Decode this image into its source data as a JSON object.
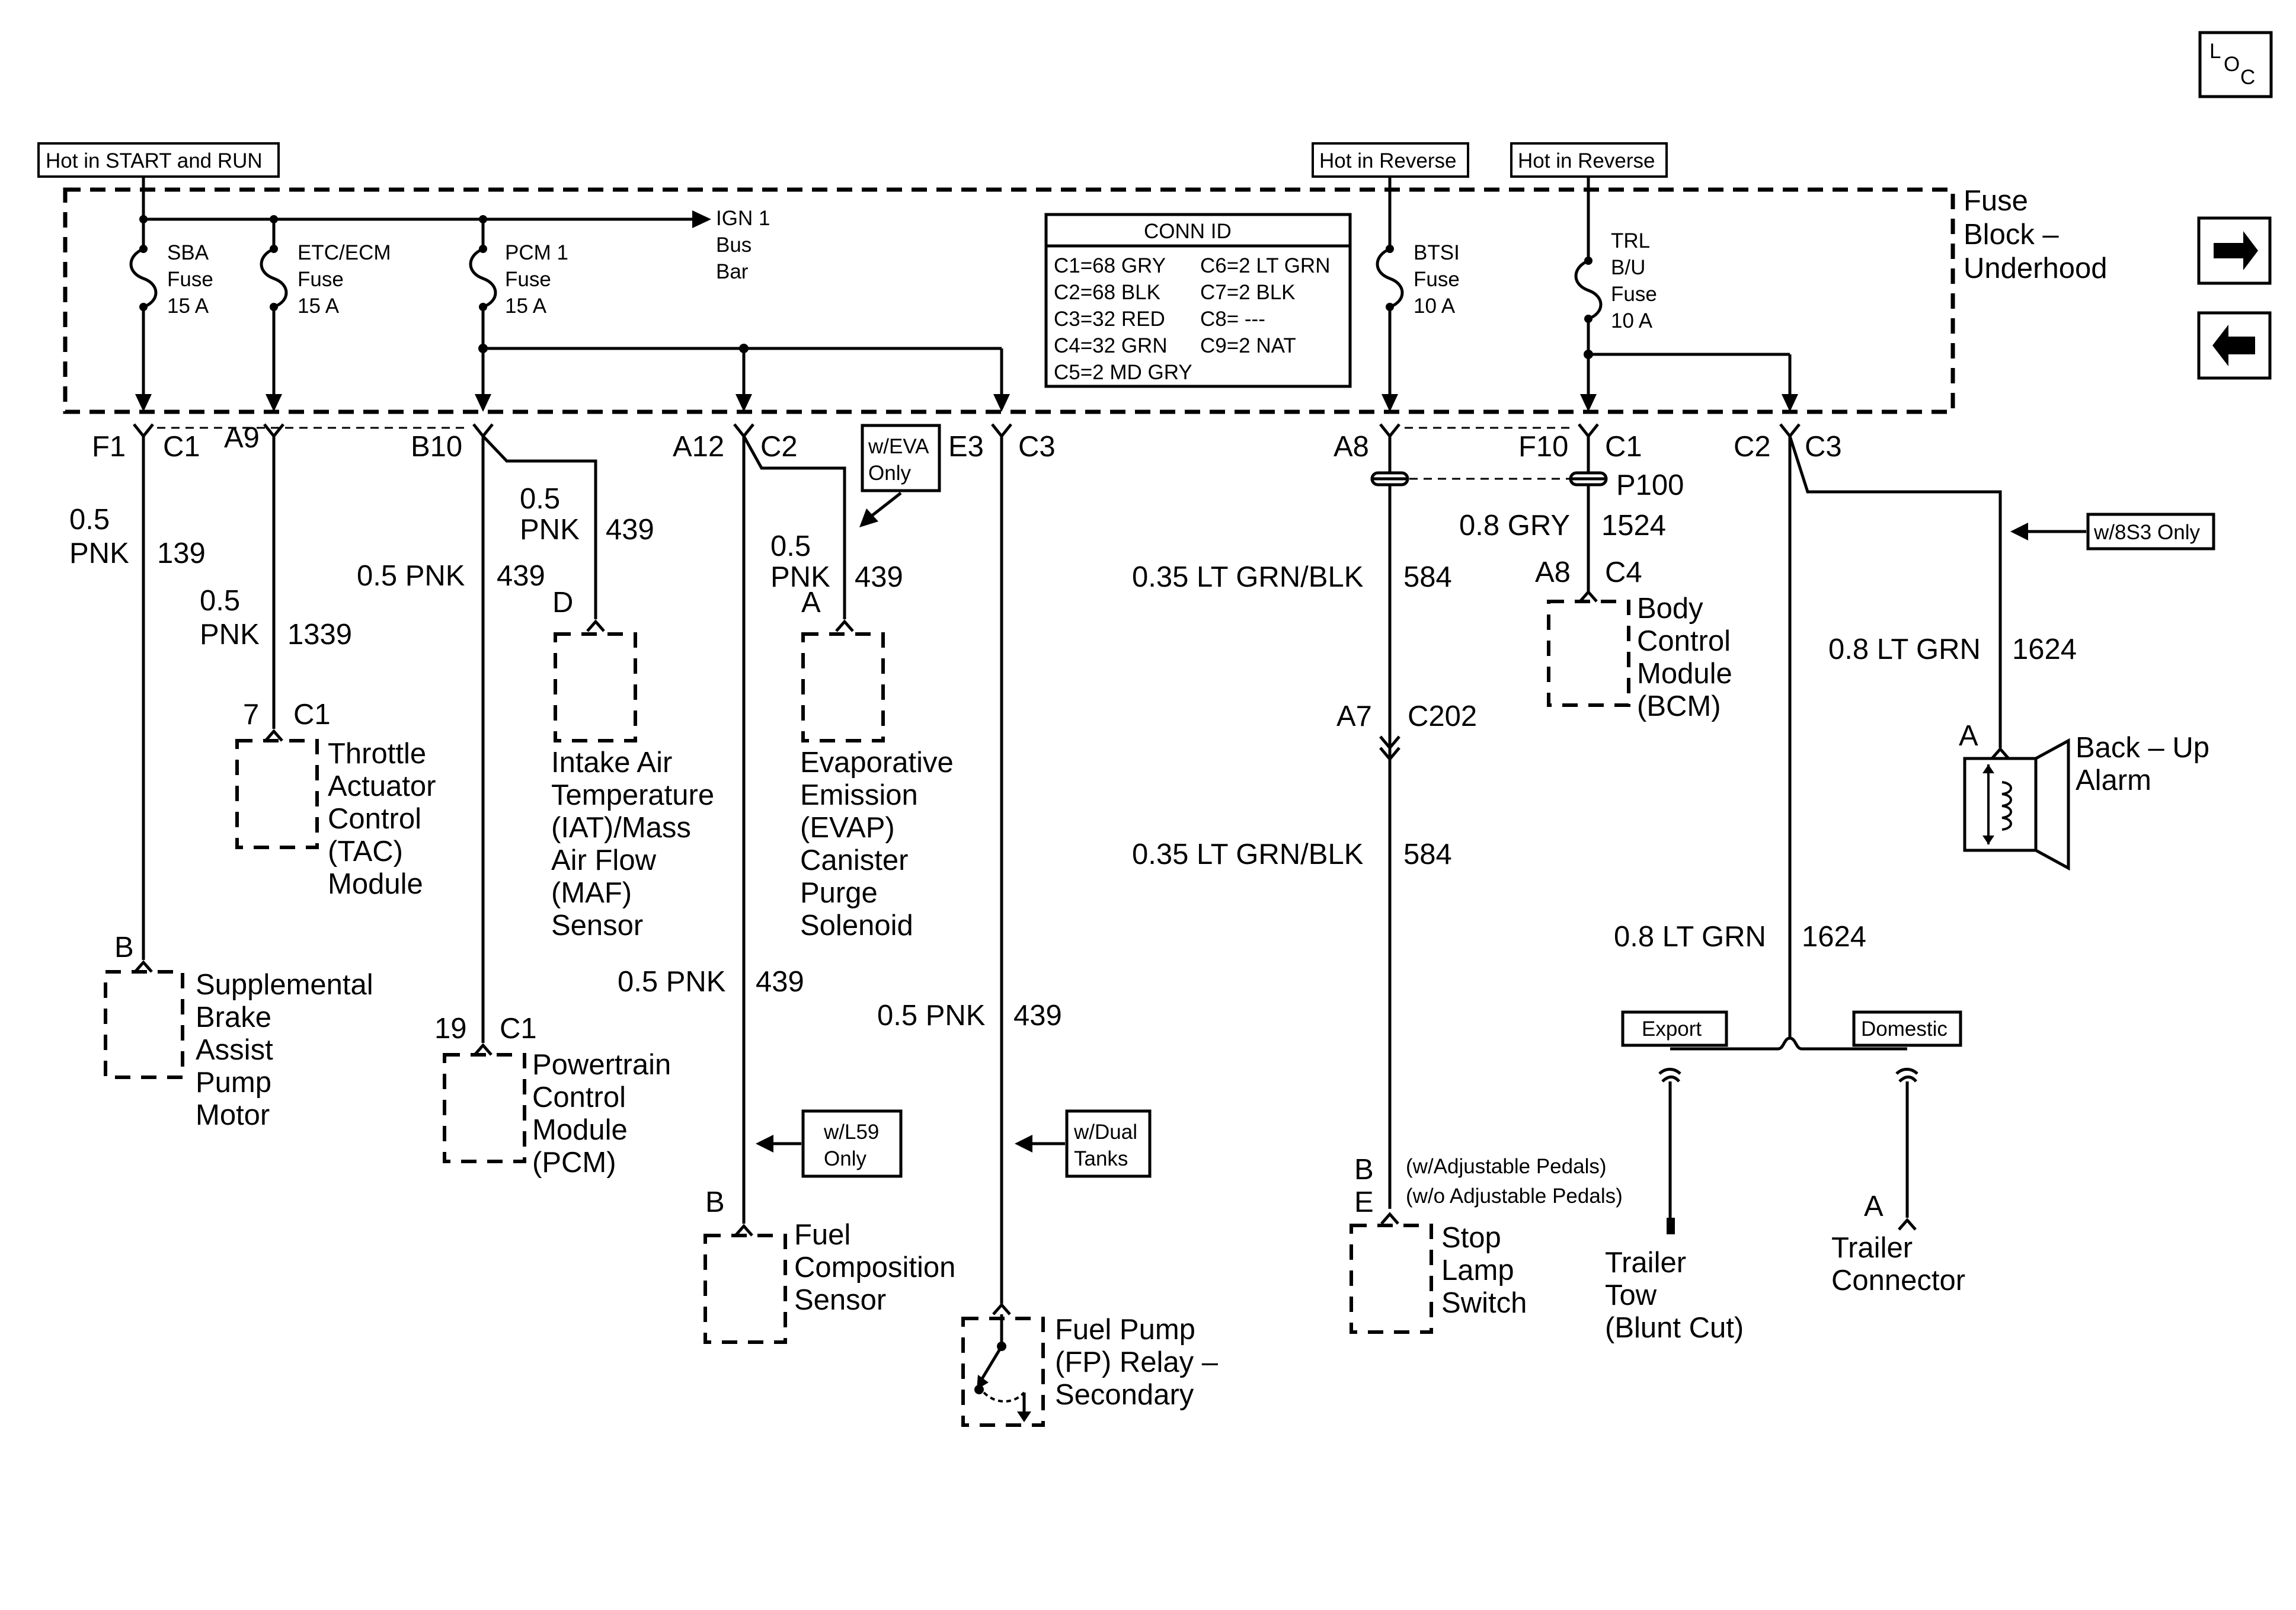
{
  "loc_icon": {
    "l": "L",
    "o": "O",
    "c": "C"
  },
  "nav": {
    "forward_icon": "arrow-right",
    "back_icon": "arrow-left"
  },
  "hot_labels": {
    "start_run": "Hot in START and RUN",
    "reverse_a": "Hot in Reverse",
    "reverse_b": "Hot in Reverse"
  },
  "fuse_block": {
    "line1": "Fuse",
    "line2": "Block –",
    "line3": "Underhood"
  },
  "fuses": {
    "sba": {
      "l1": "SBA",
      "l2": "Fuse",
      "l3": "15 A"
    },
    "etc": {
      "l1": "ETC/ECM",
      "l2": "Fuse",
      "l3": "15 A"
    },
    "pcm": {
      "l1": "PCM 1",
      "l2": "Fuse",
      "l3": "15 A"
    },
    "btsi": {
      "l1": "BTSI",
      "l2": "Fuse",
      "l3": "10 A"
    },
    "trl": {
      "l1": "TRL",
      "l2": "B/U",
      "l3": "Fuse",
      "l4": "10 A"
    }
  },
  "bus": {
    "l1": "IGN 1",
    "l2": "Bus",
    "l3": "Bar"
  },
  "conn_id": {
    "title": "CONN ID",
    "col1": [
      "C1=68 GRY",
      "C2=68 BLK",
      "C3=32 RED",
      "C4=32 GRN",
      "C5=2 MD GRY"
    ],
    "col2": [
      "C6=2 LT GRN",
      "C7=2 BLK",
      "C8= ---",
      "C9=2 NAT"
    ]
  },
  "pins": {
    "f1": "F1",
    "c1a": "C1",
    "a9": "A9",
    "b10": "B10",
    "a12": "A12",
    "c2a": "C2",
    "e3": "E3",
    "c3a": "C3",
    "a8": "A8",
    "f10": "F10",
    "c1b": "C1",
    "c2b": "C2",
    "c3b": "C3",
    "p100": "P100",
    "a8b": "A8",
    "c4": "C4",
    "a7": "A7",
    "c202": "C202",
    "tac_pin": "7",
    "tac_conn": "C1",
    "iat_pin": "D",
    "evap_pin": "A",
    "sbapm_pin": "B",
    "pcm_pin": "19",
    "pcm_conn": "C1",
    "fcs_pin": "B",
    "stop_b": "B",
    "stop_e": "E",
    "trailer_pin": "A",
    "alarm_pin": "A"
  },
  "wires": {
    "w139_size": "0.5",
    "w139_color": "PNK",
    "w139_num": "139",
    "w1339_size": "0.5",
    "w1339_color": "PNK",
    "w1339_num": "1339",
    "w439_b10": "0.5 PNK",
    "w439_b10_num": "439",
    "w439_iat_size": "0.5",
    "w439_iat_color": "PNK",
    "w439_iat_num": "439",
    "w439_evap_size": "0.5",
    "w439_evap_color": "PNK",
    "w439_evap_num": "439",
    "w439_a12": "0.5 PNK",
    "w439_a12_num": "439",
    "w439_e3": "0.5 PNK",
    "w439_e3_num": "439",
    "w584_top": "0.35 LT GRN/BLK",
    "w584_top_num": "584",
    "w584_bot": "0.35 LT GRN/BLK",
    "w584_bot_num": "584",
    "w1524": "0.8 GRY",
    "w1524_num": "1524",
    "w1624_top": "0.8 LT GRN",
    "w1624_top_num": "1624",
    "w1624_bot": "0.8 LT GRN",
    "w1624_bot_num": "1624"
  },
  "options": {
    "eva": {
      "l1": "w/EVA",
      "l2": "Only"
    },
    "l59": {
      "l1": "w/L59",
      "l2": "Only"
    },
    "dual": {
      "l1": "w/Dual",
      "l2": "Tanks"
    },
    "s83": "w/8S3 Only",
    "export": "Export",
    "domestic": "Domestic",
    "adj_pedals": "(w/Adjustable Pedals)",
    "no_adj_pedals": "(w/o Adjustable Pedals)"
  },
  "components": {
    "sbapm": [
      "Supplemental",
      "Brake",
      "Assist",
      "Pump",
      "Motor"
    ],
    "tac": [
      "Throttle",
      "Actuator",
      "Control",
      "(TAC)",
      "Module"
    ],
    "iat": [
      "Intake Air",
      "Temperature",
      "(IAT)/Mass",
      "Air Flow",
      "(MAF)",
      "Sensor"
    ],
    "evap": [
      "Evaporative",
      "Emission",
      "(EVAP)",
      "Canister",
      "Purge",
      "Solenoid"
    ],
    "pcm": [
      "Powertrain",
      "Control",
      "Module",
      "(PCM)"
    ],
    "fcs": [
      "Fuel",
      "Composition",
      "Sensor"
    ],
    "fp_relay": [
      "Fuel Pump",
      "(FP) Relay –",
      "Secondary"
    ],
    "bcm": [
      "Body",
      "Control",
      "Module",
      "(BCM)"
    ],
    "stop_lamp": [
      "Stop",
      "Lamp",
      "Switch"
    ],
    "trailer_tow": [
      "Trailer",
      "Tow",
      "(Blunt Cut)"
    ],
    "trailer_conn": [
      "Trailer",
      "Connector"
    ],
    "alarm": [
      "Back – Up",
      "Alarm"
    ]
  }
}
